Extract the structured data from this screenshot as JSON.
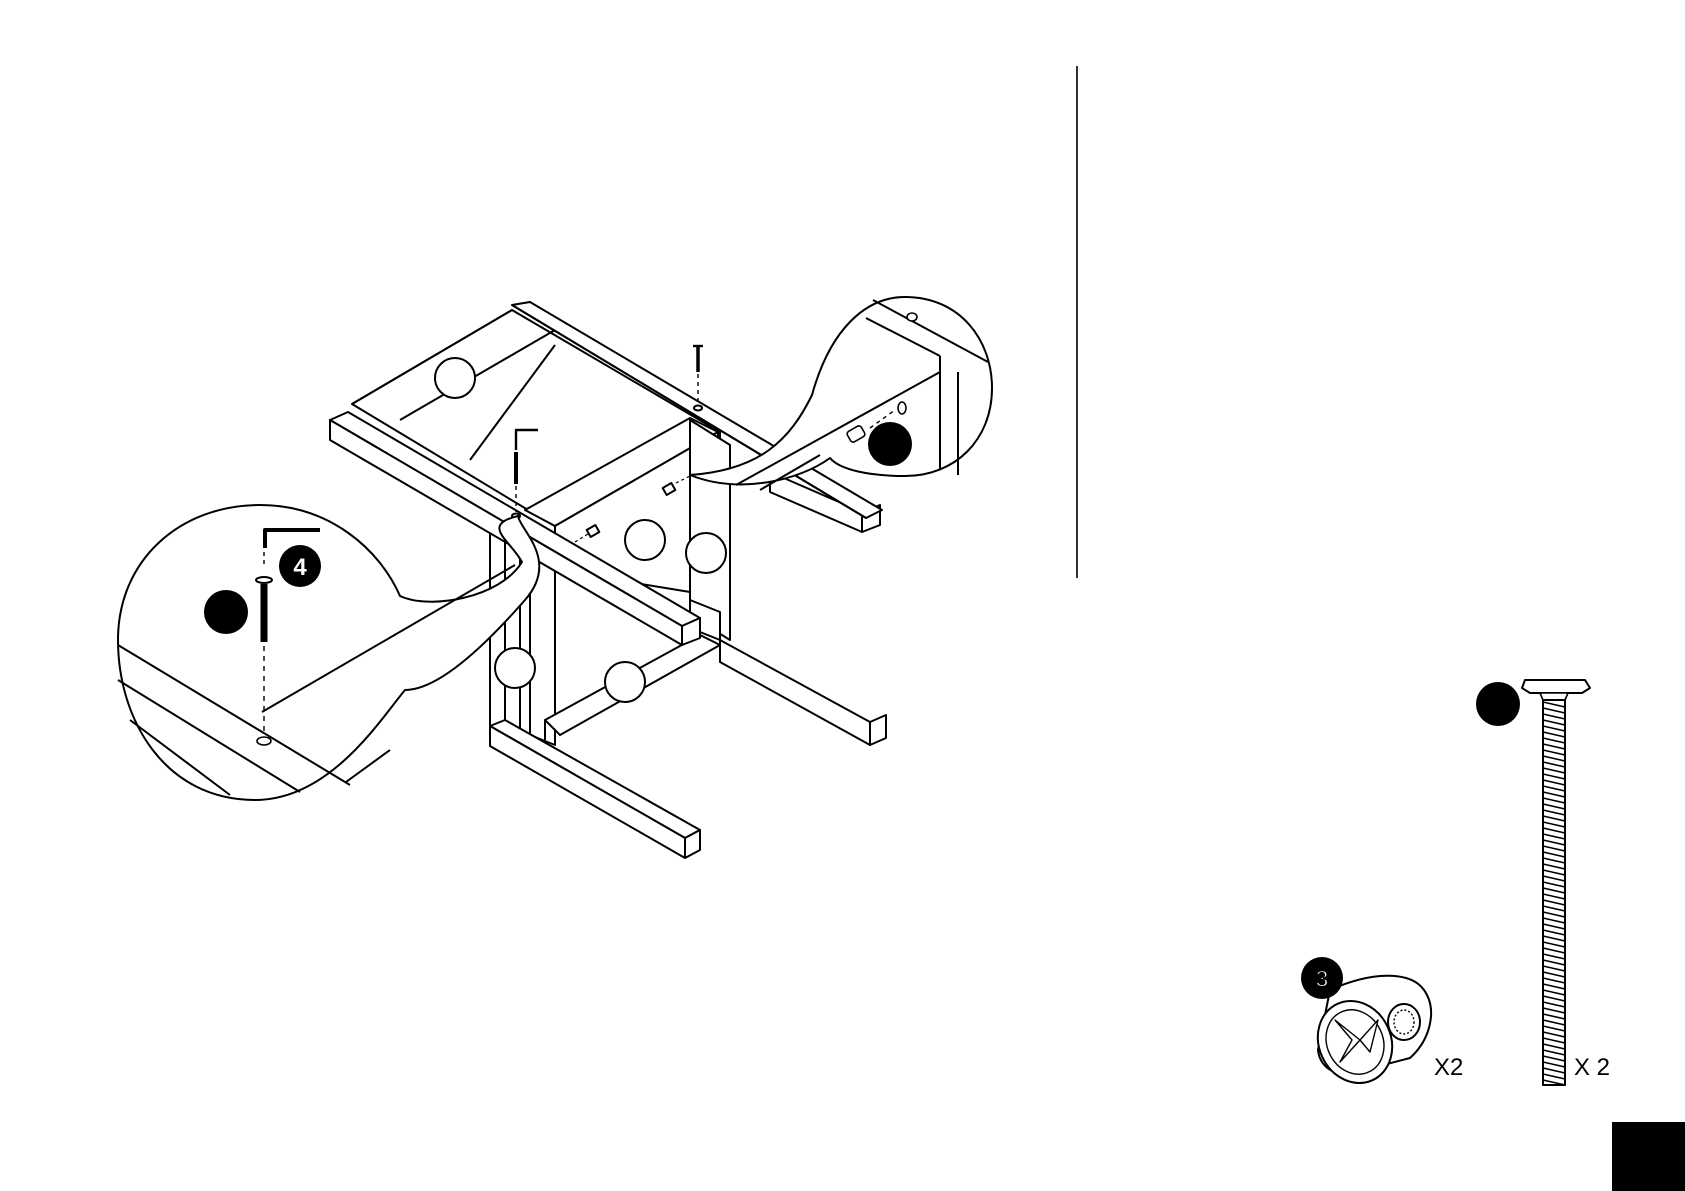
{
  "hardware": [
    {
      "part": "3",
      "quantity": "X2",
      "item": "cam-lock-nut"
    },
    {
      "part": "",
      "quantity": "X 2",
      "item": "long-bolt"
    }
  ],
  "callouts": {
    "zoom_left": {
      "part_upper": "4",
      "part_lower": ""
    },
    "zoom_right": {
      "part": ""
    }
  },
  "page_marker": "",
  "colors": {
    "ink": "#000000",
    "paper": "#ffffff"
  }
}
